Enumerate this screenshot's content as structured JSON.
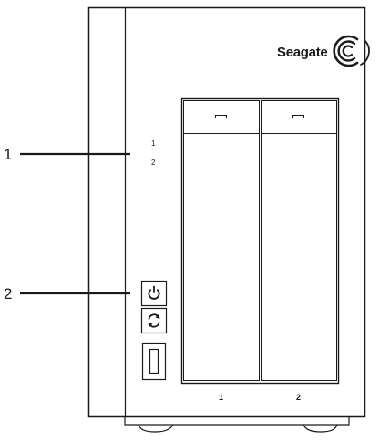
{
  "brand": {
    "name": "Seagate",
    "logo_icon": "seagate-swirl-logo"
  },
  "callouts": [
    {
      "label": "1",
      "target": "drive-status-leds"
    },
    {
      "label": "2",
      "target": "power-and-backup-buttons"
    }
  ],
  "status_leds": [
    {
      "label": "1"
    },
    {
      "label": "2"
    }
  ],
  "buttons": [
    {
      "name": "power-button",
      "icon": "power-icon"
    },
    {
      "name": "backup-button",
      "icon": "sync-icon"
    }
  ],
  "ports": [
    {
      "name": "usb-port",
      "icon": "usb-port-icon"
    }
  ],
  "drive_bays": [
    {
      "label": "1"
    },
    {
      "label": "2"
    }
  ]
}
